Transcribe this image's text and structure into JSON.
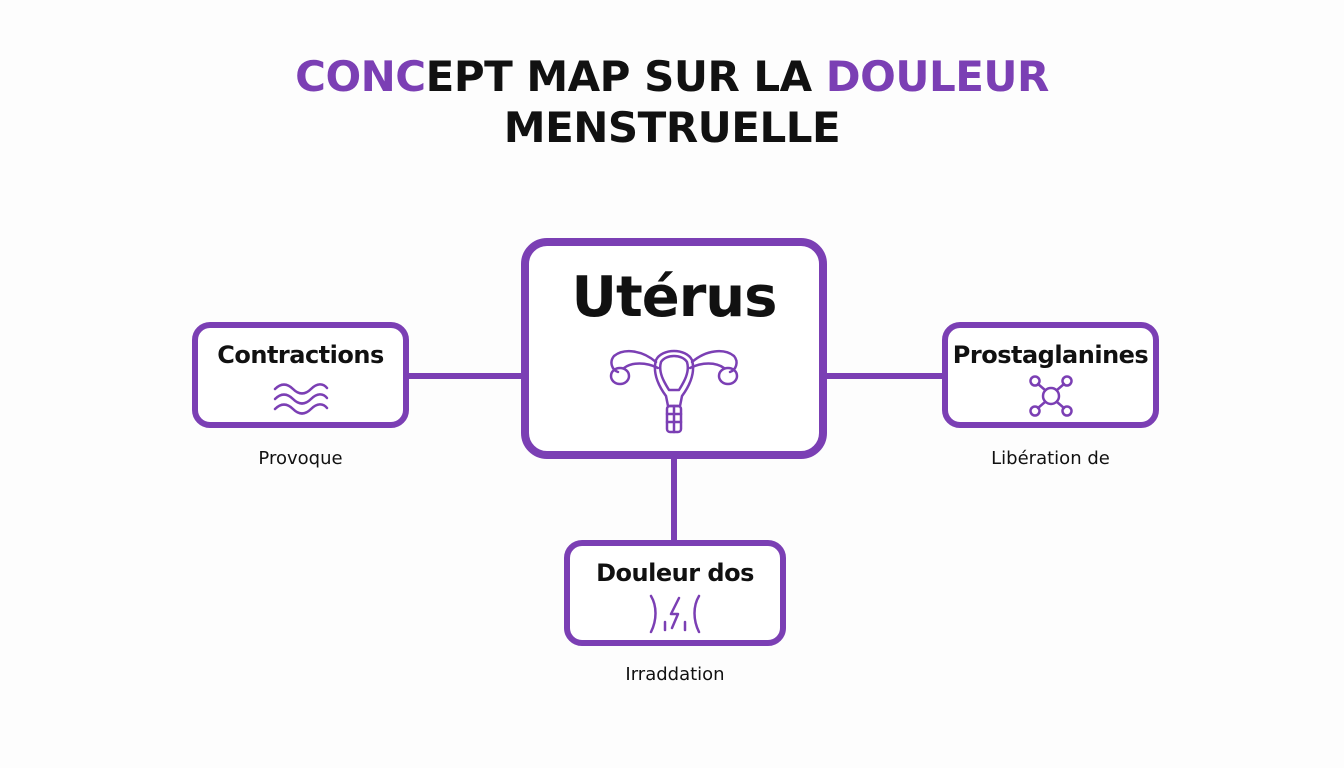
{
  "colors": {
    "accent": "#7b3fb4",
    "text": "#111111",
    "background": "#fdfdfd"
  },
  "title": {
    "line1_accent_a": "CONC",
    "line1_plain": "EPT MAP SUR LA ",
    "line1_accent_b": "DOULEUR",
    "line2": "MENSTRUELLE"
  },
  "nodes": {
    "center": {
      "label": "Utérus",
      "icon": "uterus-icon"
    },
    "left": {
      "label": "Contractions",
      "icon": "waves-icon",
      "caption": "Provoque"
    },
    "right": {
      "label": "Prostaglanines",
      "icon": "molecule-icon",
      "caption": "Libération de"
    },
    "bottom": {
      "label": "Douleur dos",
      "icon": "back-pain-icon",
      "caption": "Irraddation"
    }
  }
}
